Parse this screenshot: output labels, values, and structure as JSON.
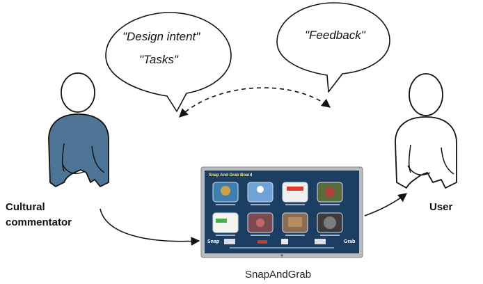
{
  "labels": {
    "left_person": "Cultural\ncommentator",
    "right_person": "User",
    "caption": "SnapAndGrab"
  },
  "bubbles": {
    "left": [
      "\"Design intent\"",
      "\"Tasks\""
    ],
    "right": [
      "\"Feedback\""
    ]
  },
  "screen": {
    "title": "Snap And Grab Board",
    "left_word": "Snap",
    "right_word": "Grab"
  },
  "colors": {
    "commentator_shirt": "#4f7596",
    "screen_bg": "#1d3e63",
    "bezel": "#b8bcc0"
  },
  "icons": [
    "person-figure",
    "speech-bubble",
    "tv-screen",
    "arrow"
  ]
}
